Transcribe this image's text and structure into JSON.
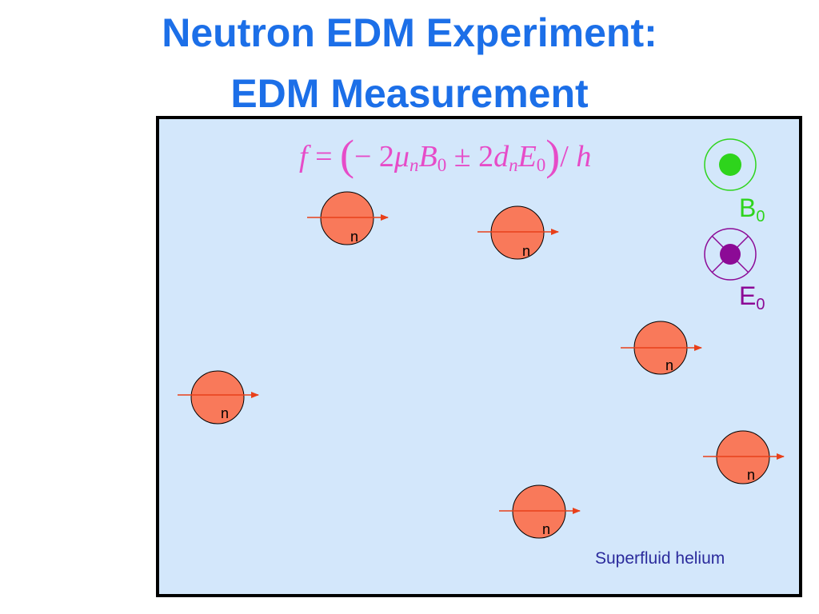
{
  "title": {
    "line1": "Neutron EDM Experiment:",
    "line2": "EDM Measurement"
  },
  "formula": {
    "lhs": "f",
    "eq": " = ",
    "minus": "− ",
    "coef1": "2",
    "mu": "μ",
    "mu_sub": "n",
    "B": "B",
    "B_sub": "0",
    "pm": " ± ",
    "coef2": "2",
    "d": "d",
    "d_sub": "n",
    "E": "E",
    "E_sub": "0",
    "div": "/ ",
    "h": "h"
  },
  "fields": {
    "b0": {
      "symbol": "B",
      "sub": "0",
      "icon": "dot-out-of-page-icon",
      "color": "#2ed41c"
    },
    "e0": {
      "symbol": "E",
      "sub": "0",
      "icon": "cross-into-page-icon",
      "color": "#8c0a96"
    }
  },
  "medium_label": "Superfluid helium",
  "neutron_label": "n",
  "colors": {
    "title": "#1c6fe8",
    "chamber_fill": "#d3e7fb",
    "neutron_fill": "#f9795a",
    "spin_arrow": "#e8401a",
    "formula": "#e64cc8"
  }
}
